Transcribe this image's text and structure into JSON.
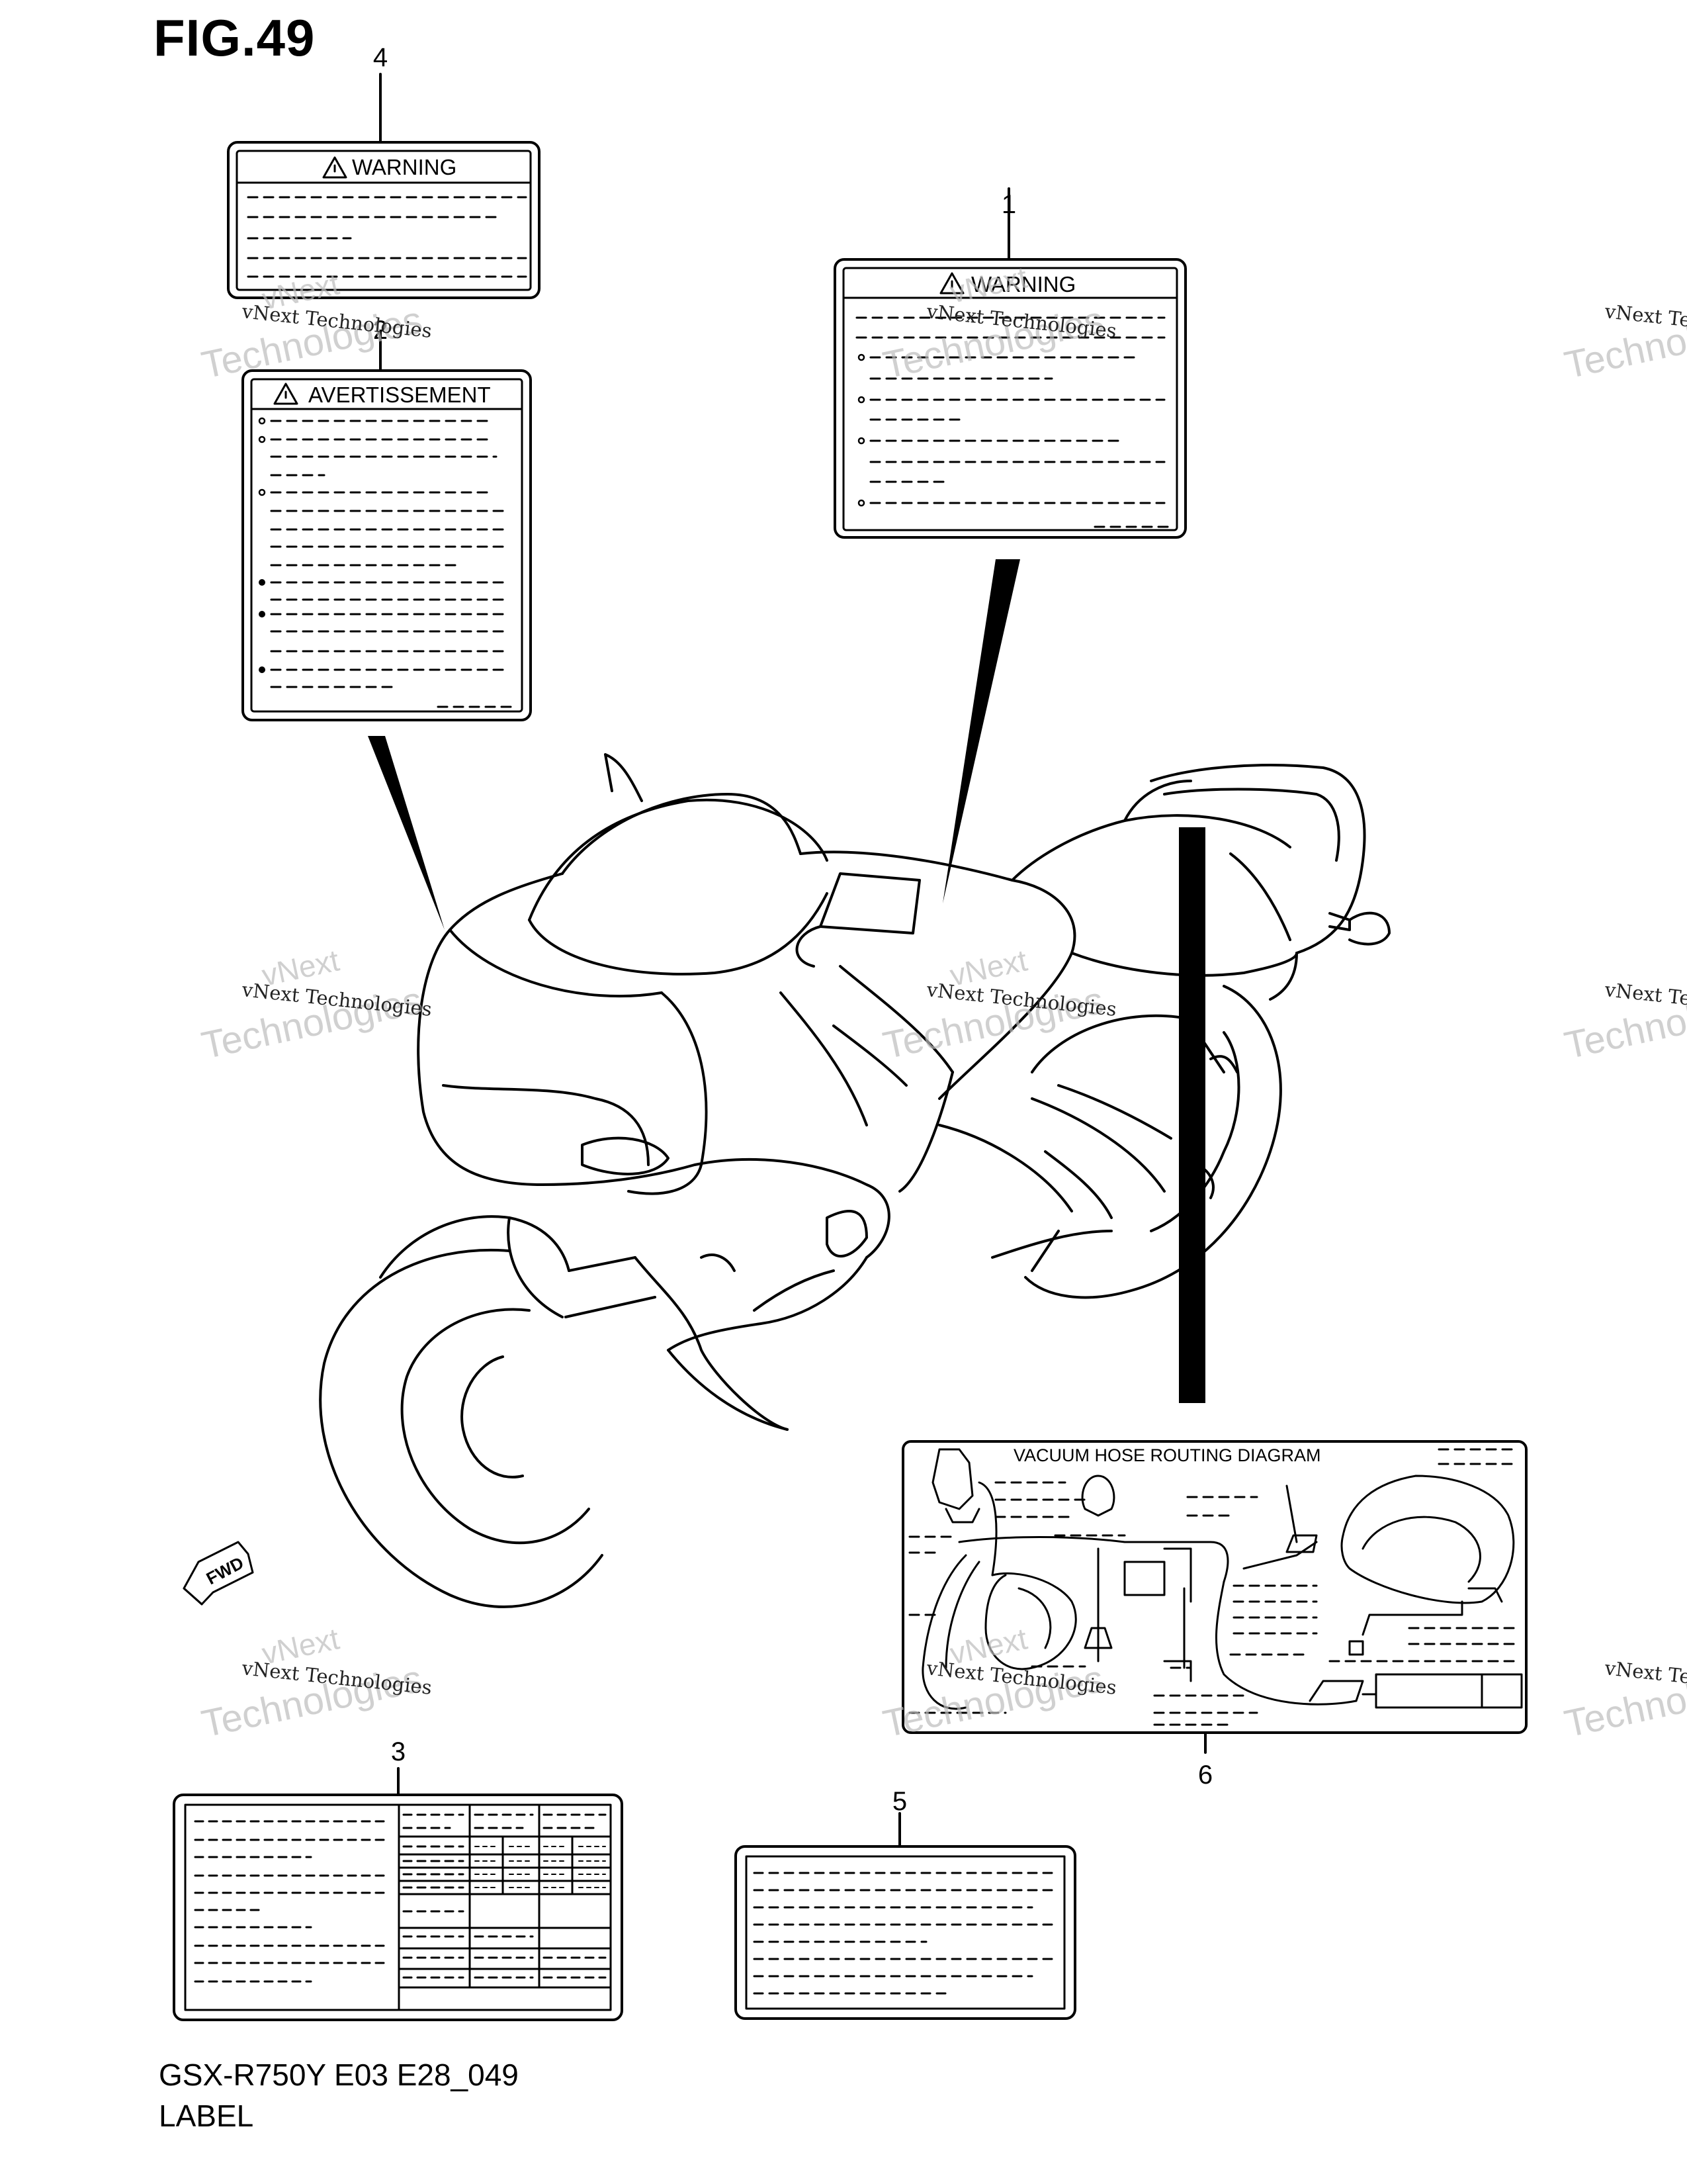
{
  "figure": {
    "title": "FIG.49",
    "code": "GSX-R750Y E03 E28_049",
    "name": "LABEL"
  },
  "callouts": [
    {
      "id": "1",
      "text": "1"
    },
    {
      "id": "2",
      "text": "2"
    },
    {
      "id": "3",
      "text": "3"
    },
    {
      "id": "4",
      "text": "4"
    },
    {
      "id": "5",
      "text": "5"
    },
    {
      "id": "6",
      "text": "6"
    }
  ],
  "labels": {
    "label1_header": "WARNING",
    "label2_header": "AVERTISSEMENT",
    "label4_header": "WARNING",
    "label6_title": "VACUUM  HOSE  ROUTING  DIAGRAM"
  },
  "fwd_arrow": "FWD",
  "watermark": {
    "line1": "vNext Technologies",
    "line2": "Technologies",
    "line3": "vNext"
  },
  "colors": {
    "ink": "#000000",
    "watermark": "#bdbdbd"
  }
}
